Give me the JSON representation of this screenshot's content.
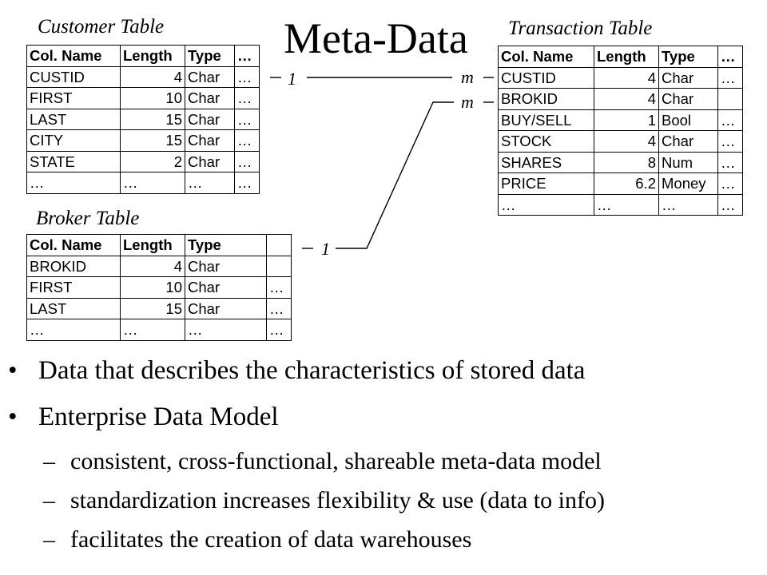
{
  "title": "Meta-Data",
  "customer": {
    "caption": "Customer Table",
    "header": [
      "Col. Name",
      "Length",
      "Type",
      "…"
    ],
    "rows": [
      [
        "CUSTID",
        "4",
        "Char",
        "…"
      ],
      [
        "FIRST",
        "10",
        "Char",
        "…"
      ],
      [
        "LAST",
        "15",
        "Char",
        "…"
      ],
      [
        "CITY",
        "15",
        "Char",
        "…"
      ],
      [
        "STATE",
        "2",
        "Char",
        "…"
      ],
      [
        "…",
        "…",
        "…",
        "…"
      ]
    ]
  },
  "transaction": {
    "caption": "Transaction Table",
    "header": [
      "Col. Name",
      "Length",
      "Type",
      "…"
    ],
    "rows": [
      [
        "CUSTID",
        "4",
        "Char",
        "…"
      ],
      [
        "BROKID",
        "4",
        "Char",
        ""
      ],
      [
        "BUY/SELL",
        "1",
        "Bool",
        "…"
      ],
      [
        "STOCK",
        "4",
        "Char",
        "…"
      ],
      [
        "SHARES",
        "8",
        "Num",
        "…"
      ],
      [
        "PRICE",
        "6.2",
        "Money",
        "…"
      ],
      [
        "…",
        "…",
        "…",
        "…"
      ]
    ]
  },
  "broker": {
    "caption": "Broker Table",
    "header": [
      "Col. Name",
      "Length",
      "Type",
      ""
    ],
    "rows": [
      [
        "BROKID",
        "4",
        "Char",
        ""
      ],
      [
        "FIRST",
        "10",
        "Char",
        "…"
      ],
      [
        "LAST",
        "15",
        "Char",
        "…"
      ],
      [
        "…",
        "…",
        "…",
        "…"
      ]
    ]
  },
  "relationships": {
    "customer_side": "1",
    "transaction_cust_side": "m",
    "transaction_brok_side": "m",
    "broker_side": "1"
  },
  "bullets": [
    {
      "level": 1,
      "text": "Data that describes the characteristics of stored data"
    },
    {
      "level": 1,
      "text": "Enterprise Data Model"
    },
    {
      "level": 2,
      "text": "consistent, cross-functional, shareable meta-data model"
    },
    {
      "level": 2,
      "text": "standardization increases flexibility & use (data to info)"
    },
    {
      "level": 2,
      "text": "facilitates the creation of data warehouses"
    }
  ],
  "bullet_glyph": "•",
  "dash_glyph": "–"
}
